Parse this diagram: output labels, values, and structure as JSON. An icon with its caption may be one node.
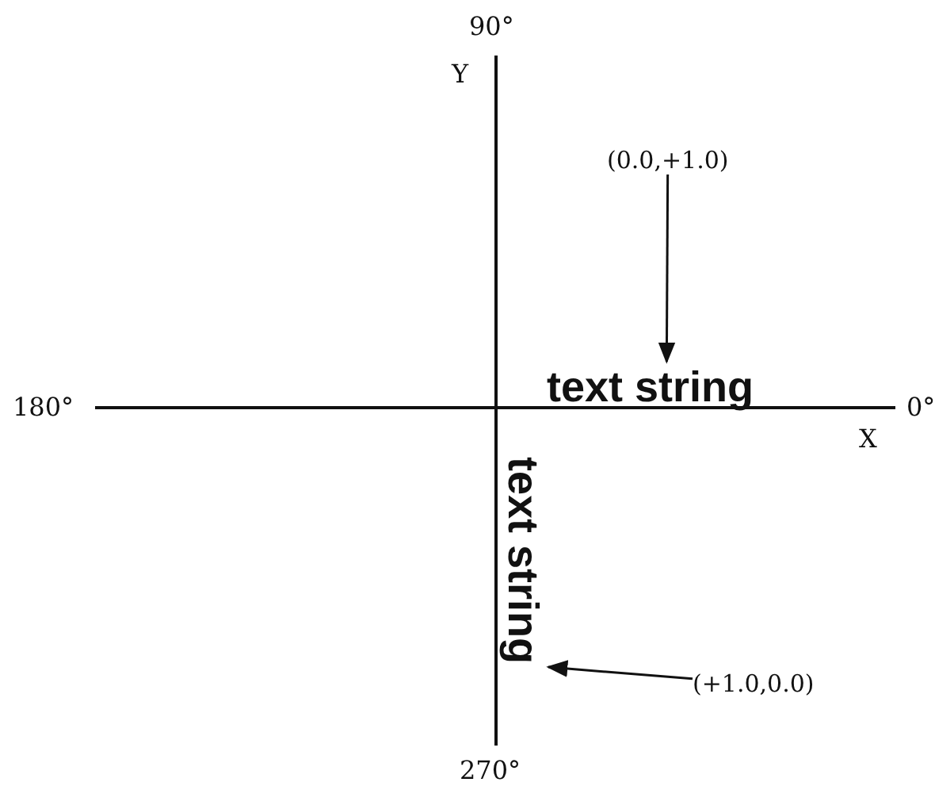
{
  "diagram": {
    "nodes": [
      {
        "text": [
          "(0.0,+1.0)"
        ]
      },
      {
        "text": [
          "text string"
        ]
      },
      {
        "text": [
          "text string"
        ]
      },
      {
        "text": [
          "(+1.0,0.0)"
        ]
      }
    ],
    "edges": [
      {
        "from": 0,
        "to": 1,
        "arrow": "to"
      },
      {
        "from": 3,
        "to": 2,
        "arrow": "to"
      }
    ],
    "labels": [
      "90°",
      "Y",
      "180°",
      "0°",
      "X",
      "270°"
    ]
  }
}
